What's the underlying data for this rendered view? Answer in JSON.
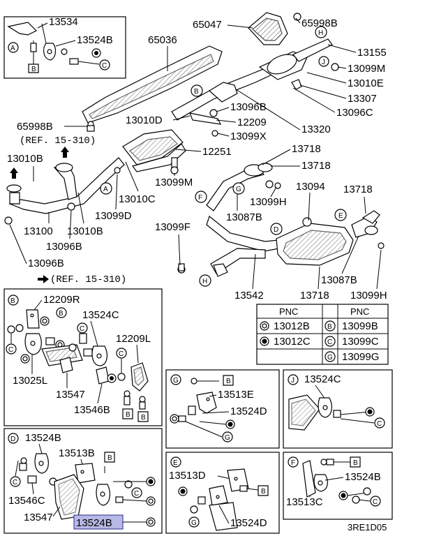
{
  "labels": {
    "p13534": "13534",
    "p13524b_a": "13524B",
    "p65047": "65047",
    "p65998b_top": "65998B",
    "p65036": "65036",
    "p13155": "13155",
    "p13099m_top": "13099M",
    "p13010e": "13010E",
    "p13307": "13307",
    "p13096c": "13096C",
    "p13096b_mid": "13096B",
    "p12209": "12209",
    "p13099x": "13099X",
    "p13320": "13320",
    "p65998b_left": "65998B",
    "p13010d": "13010D",
    "p12251": "12251",
    "p13010b_top": "13010B",
    "p13099m_mid": "13099M",
    "p13718_a": "13718",
    "p13718_b": "13718",
    "p13718_c": "13718",
    "p13094": "13094",
    "p13099h_top": "13099H",
    "p13087b_top": "13087B",
    "p13099f": "13099F",
    "p13010c": "13010C",
    "p13099d": "13099D",
    "p13100": "13100",
    "p13010b_bot": "13010B",
    "p13096b_low": "13096B",
    "p13096b_left": "13096B",
    "p13542": "13542",
    "p13718_d": "13718",
    "p13087b_bot": "13087B",
    "p13099h_bot": "13099H",
    "p12209r": "12209R",
    "p13524c_b": "13524C",
    "p12209l": "12209L",
    "p13025l": "13025L",
    "p13547_b": "13547",
    "p13546b": "13546B",
    "p13513e": "13513E",
    "p13524d_g": "13524D",
    "p13524c_j": "13524C",
    "p13524b_d": "13524B",
    "p13513b": "13513B",
    "p13546c": "13546C",
    "p13547_d": "13547",
    "p13524b_d_bottom": "13524B",
    "p13513d": "13513D",
    "p13524d_e": "13524D",
    "p13524b_f": "13524B",
    "p13513c": "13513C"
  },
  "refs": {
    "ref_top": "(REF. 15-310)",
    "ref_mid": "(REF. 15-310)"
  },
  "callouts": {
    "A": "A",
    "B": "B",
    "C": "C",
    "D": "D",
    "E": "E",
    "F": "F",
    "G": "G",
    "H": "H",
    "J": "J"
  },
  "pnc_table": {
    "header_left": "PNC",
    "header_right": "PNC",
    "rows": [
      {
        "left_code": "13012B",
        "right_letter": "B",
        "right_code": "13099B"
      },
      {
        "left_code": "13012C",
        "right_letter": "C",
        "right_code": "13099C"
      },
      {
        "left_code": "",
        "right_letter": "G",
        "right_code": "13099G"
      }
    ]
  },
  "panels": {
    "A": "A",
    "B": "B",
    "D": "D",
    "G": "G",
    "J": "J",
    "E": "E",
    "F": "F"
  },
  "diagram_code": "3RE1D05"
}
